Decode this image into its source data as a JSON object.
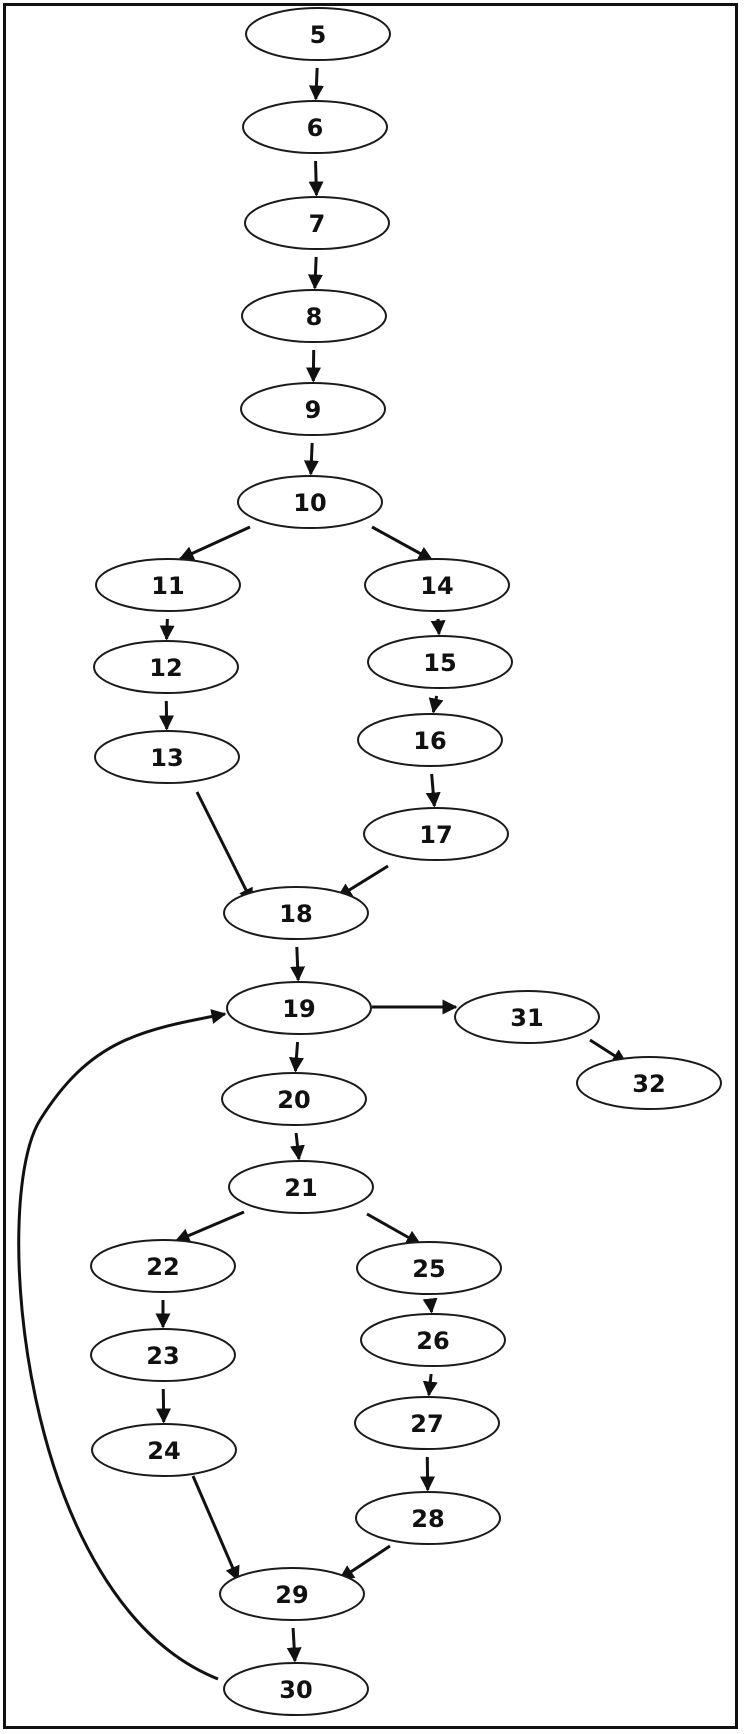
{
  "diagram": {
    "nodes": [
      {
        "id": "5",
        "label": "5"
      },
      {
        "id": "6",
        "label": "6"
      },
      {
        "id": "7",
        "label": "7"
      },
      {
        "id": "8",
        "label": "8"
      },
      {
        "id": "9",
        "label": "9"
      },
      {
        "id": "10",
        "label": "10"
      },
      {
        "id": "11",
        "label": "11"
      },
      {
        "id": "12",
        "label": "12"
      },
      {
        "id": "13",
        "label": "13"
      },
      {
        "id": "14",
        "label": "14"
      },
      {
        "id": "15",
        "label": "15"
      },
      {
        "id": "16",
        "label": "16"
      },
      {
        "id": "17",
        "label": "17"
      },
      {
        "id": "18",
        "label": "18"
      },
      {
        "id": "19",
        "label": "19"
      },
      {
        "id": "20",
        "label": "20"
      },
      {
        "id": "21",
        "label": "21"
      },
      {
        "id": "22",
        "label": "22"
      },
      {
        "id": "23",
        "label": "23"
      },
      {
        "id": "24",
        "label": "24"
      },
      {
        "id": "25",
        "label": "25"
      },
      {
        "id": "26",
        "label": "26"
      },
      {
        "id": "27",
        "label": "27"
      },
      {
        "id": "28",
        "label": "28"
      },
      {
        "id": "29",
        "label": "29"
      },
      {
        "id": "30",
        "label": "30"
      },
      {
        "id": "31",
        "label": "31"
      },
      {
        "id": "32",
        "label": "32"
      }
    ],
    "edges": [
      {
        "from": "5",
        "to": "6"
      },
      {
        "from": "6",
        "to": "7"
      },
      {
        "from": "7",
        "to": "8"
      },
      {
        "from": "8",
        "to": "9"
      },
      {
        "from": "9",
        "to": "10"
      },
      {
        "from": "10",
        "to": "11"
      },
      {
        "from": "10",
        "to": "14"
      },
      {
        "from": "11",
        "to": "12"
      },
      {
        "from": "12",
        "to": "13"
      },
      {
        "from": "13",
        "to": "18"
      },
      {
        "from": "14",
        "to": "15"
      },
      {
        "from": "15",
        "to": "16"
      },
      {
        "from": "16",
        "to": "17"
      },
      {
        "from": "17",
        "to": "18"
      },
      {
        "from": "18",
        "to": "19"
      },
      {
        "from": "19",
        "to": "31"
      },
      {
        "from": "31",
        "to": "32"
      },
      {
        "from": "19",
        "to": "20"
      },
      {
        "from": "20",
        "to": "21"
      },
      {
        "from": "21",
        "to": "22"
      },
      {
        "from": "21",
        "to": "25"
      },
      {
        "from": "22",
        "to": "23"
      },
      {
        "from": "23",
        "to": "24"
      },
      {
        "from": "24",
        "to": "29"
      },
      {
        "from": "25",
        "to": "26"
      },
      {
        "from": "26",
        "to": "27"
      },
      {
        "from": "27",
        "to": "28"
      },
      {
        "from": "28",
        "to": "29"
      },
      {
        "from": "29",
        "to": "30"
      },
      {
        "from": "30",
        "to": "19"
      }
    ]
  }
}
